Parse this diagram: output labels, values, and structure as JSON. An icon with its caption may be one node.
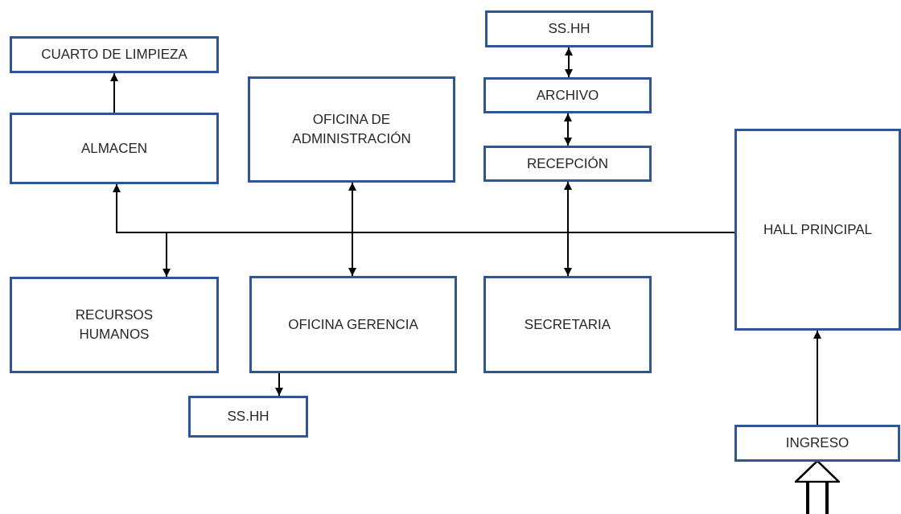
{
  "diagram": {
    "nodes": [
      {
        "text": [
          "SS.HH"
        ]
      },
      {
        "text": [
          "CUARTO DE LIMPIEZA"
        ]
      },
      {
        "text": [
          "ARCHIVO"
        ]
      },
      {
        "text": [
          "OFICINA DE ADMINISTRACIÓN"
        ]
      },
      {
        "text": [
          "ALMACEN"
        ]
      },
      {
        "text": [
          "HALL PRINCIPAL"
        ]
      },
      {
        "text": [
          "RECEPCIÓN"
        ]
      },
      {
        "text": [
          "RECURSOS HUMANOS"
        ]
      },
      {
        "text": [
          "OFICINA GERENCIA"
        ]
      },
      {
        "text": [
          "SECRETARIA"
        ]
      },
      {
        "text": [
          "SS.HH"
        ]
      },
      {
        "text": [
          "INGRESO"
        ]
      }
    ],
    "edges": [
      {
        "from": 0,
        "to": 2,
        "arrow": "both"
      },
      {
        "from": 2,
        "to": 6,
        "arrow": "both"
      },
      {
        "from": 4,
        "to": 1,
        "arrow": "to"
      },
      {
        "from": 5,
        "to": 4,
        "arrow": "to"
      },
      {
        "from": 5,
        "to": 7,
        "arrow": "to"
      },
      {
        "from": 3,
        "to": 8,
        "arrow": "both"
      },
      {
        "from": 6,
        "to": 9,
        "arrow": "both"
      },
      {
        "from": 8,
        "to": 10,
        "arrow": "to"
      },
      {
        "from": 11,
        "to": 5,
        "arrow": "to"
      },
      {
        "from": null,
        "to": 11,
        "arrow": "to",
        "style": "thick"
      }
    ]
  }
}
